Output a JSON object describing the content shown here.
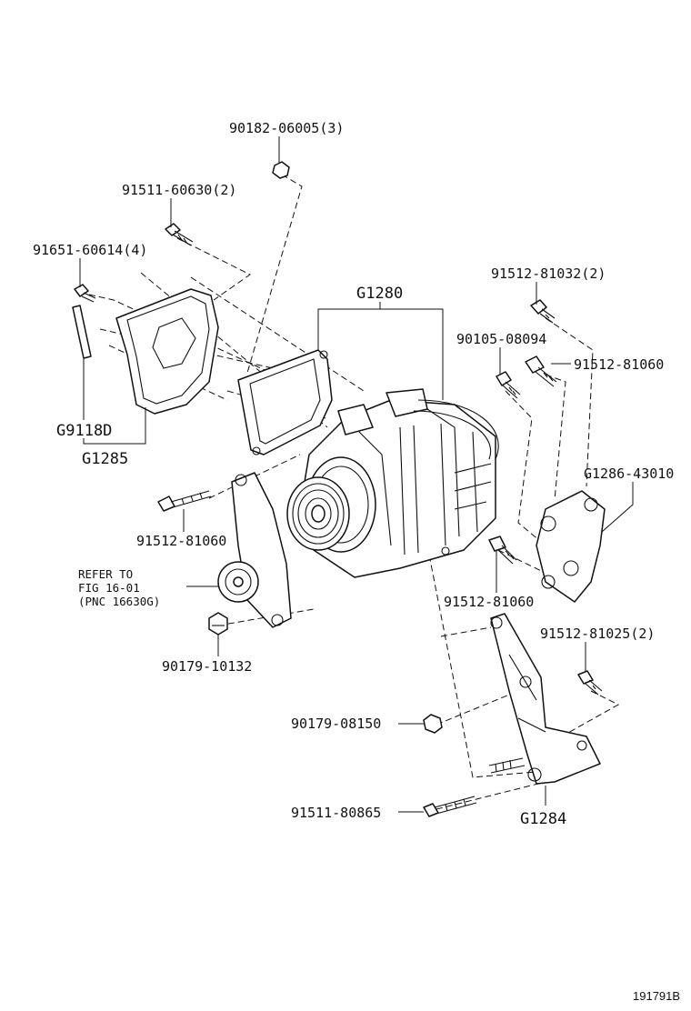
{
  "diagram": {
    "figure_id": "191791B",
    "callouts": [
      {
        "id": "c1",
        "text": "90182-06005(3)"
      },
      {
        "id": "c2",
        "text": "91511-60630(2)"
      },
      {
        "id": "c3",
        "text": "91651-60614(4)"
      },
      {
        "id": "c4",
        "text": "G1280"
      },
      {
        "id": "c5",
        "text": "91512-81032(2)"
      },
      {
        "id": "c6",
        "text": "90105-08094"
      },
      {
        "id": "c7",
        "text": "91512-81060"
      },
      {
        "id": "c8",
        "text": "G9118D"
      },
      {
        "id": "c9",
        "text": "G1285"
      },
      {
        "id": "c10",
        "text": "G1286-43010"
      },
      {
        "id": "c11",
        "text": "91512-81060"
      },
      {
        "id": "c12",
        "text": "91512-81060"
      },
      {
        "id": "c13",
        "text": "90179-10132"
      },
      {
        "id": "c14",
        "text": "91512-81025(2)"
      },
      {
        "id": "c15",
        "text": "90179-08150"
      },
      {
        "id": "c16",
        "text": "91511-80865"
      },
      {
        "id": "c17",
        "text": "G1284"
      }
    ],
    "reference_note": {
      "line1": "REFER TO",
      "line2": "FIG 16-01",
      "line3": "(PNC 16630G)"
    }
  }
}
